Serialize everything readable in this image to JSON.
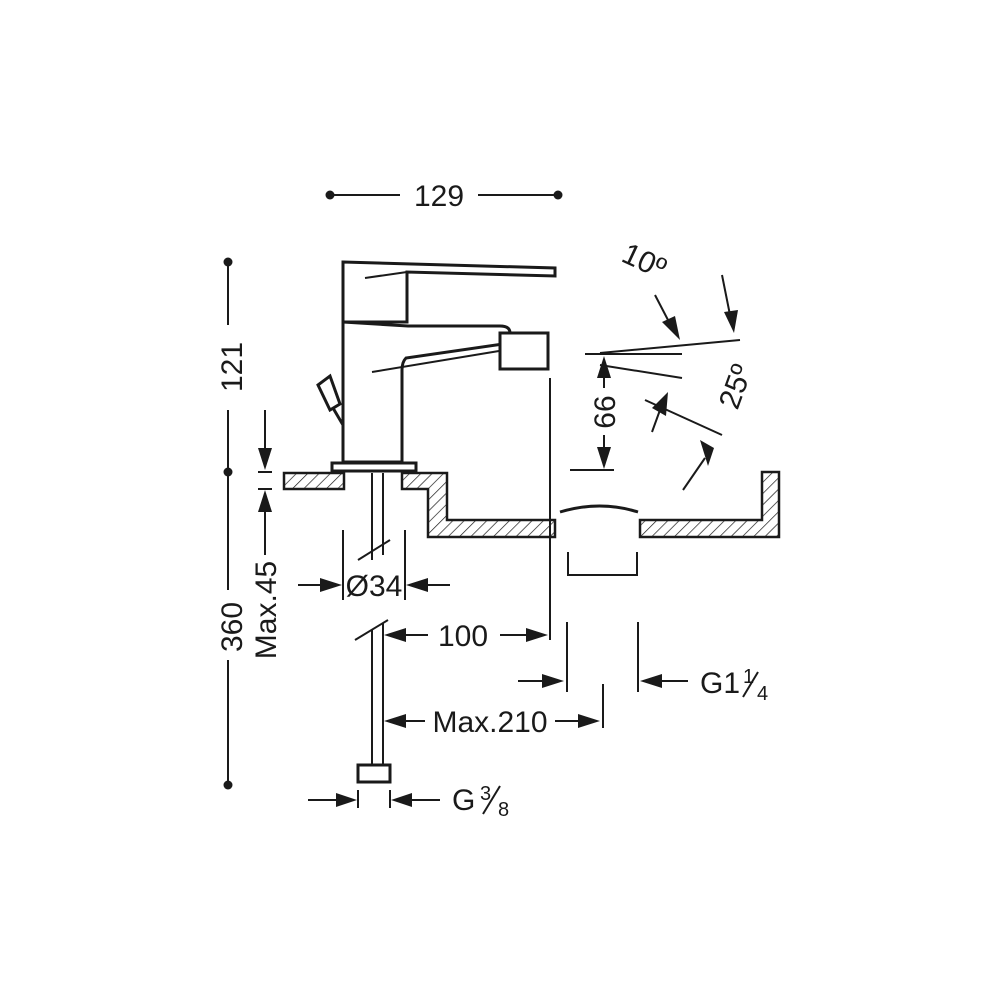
{
  "dimensions": {
    "width_top": "129",
    "height_upper": "121",
    "height_total": "360",
    "max_deck": "Max.45",
    "diameter": "Ø34",
    "spout_reach": "100",
    "max_reach": "Max.210",
    "tail_height": "66",
    "waste_thread_main": "G1",
    "waste_thread_frac_num": "1",
    "waste_thread_frac_den": "4",
    "supply_thread_main": "G",
    "supply_thread_frac_num": "3",
    "supply_thread_frac_den": "8",
    "angle_upper": "10º",
    "angle_lower": "25º"
  }
}
